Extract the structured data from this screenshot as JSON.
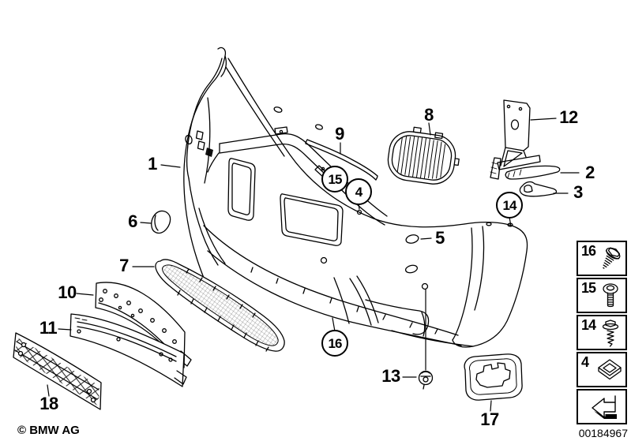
{
  "callouts": {
    "n1": "1",
    "n2": "2",
    "n3": "3",
    "n4": "4",
    "n5": "5",
    "n6": "6",
    "n7": "7",
    "n8": "8",
    "n9": "9",
    "n10": "10",
    "n11": "11",
    "n12": "12",
    "n13": "13",
    "n14": "14",
    "n15": "15",
    "n16": "16",
    "n17": "17",
    "n18": "18"
  },
  "panel": {
    "rows": [
      {
        "label": "16",
        "icon": "hex-flange-screw-icon"
      },
      {
        "label": "15",
        "icon": "round-head-screw-icon"
      },
      {
        "label": "14",
        "icon": "self-tapping-screw-icon"
      },
      {
        "label": "4",
        "icon": "clip-nut-icon"
      },
      {
        "label": "",
        "icon": "direction-arrow-icon"
      }
    ]
  },
  "footer": {
    "copyright": "© BMW AG",
    "image_number": "00184967"
  }
}
